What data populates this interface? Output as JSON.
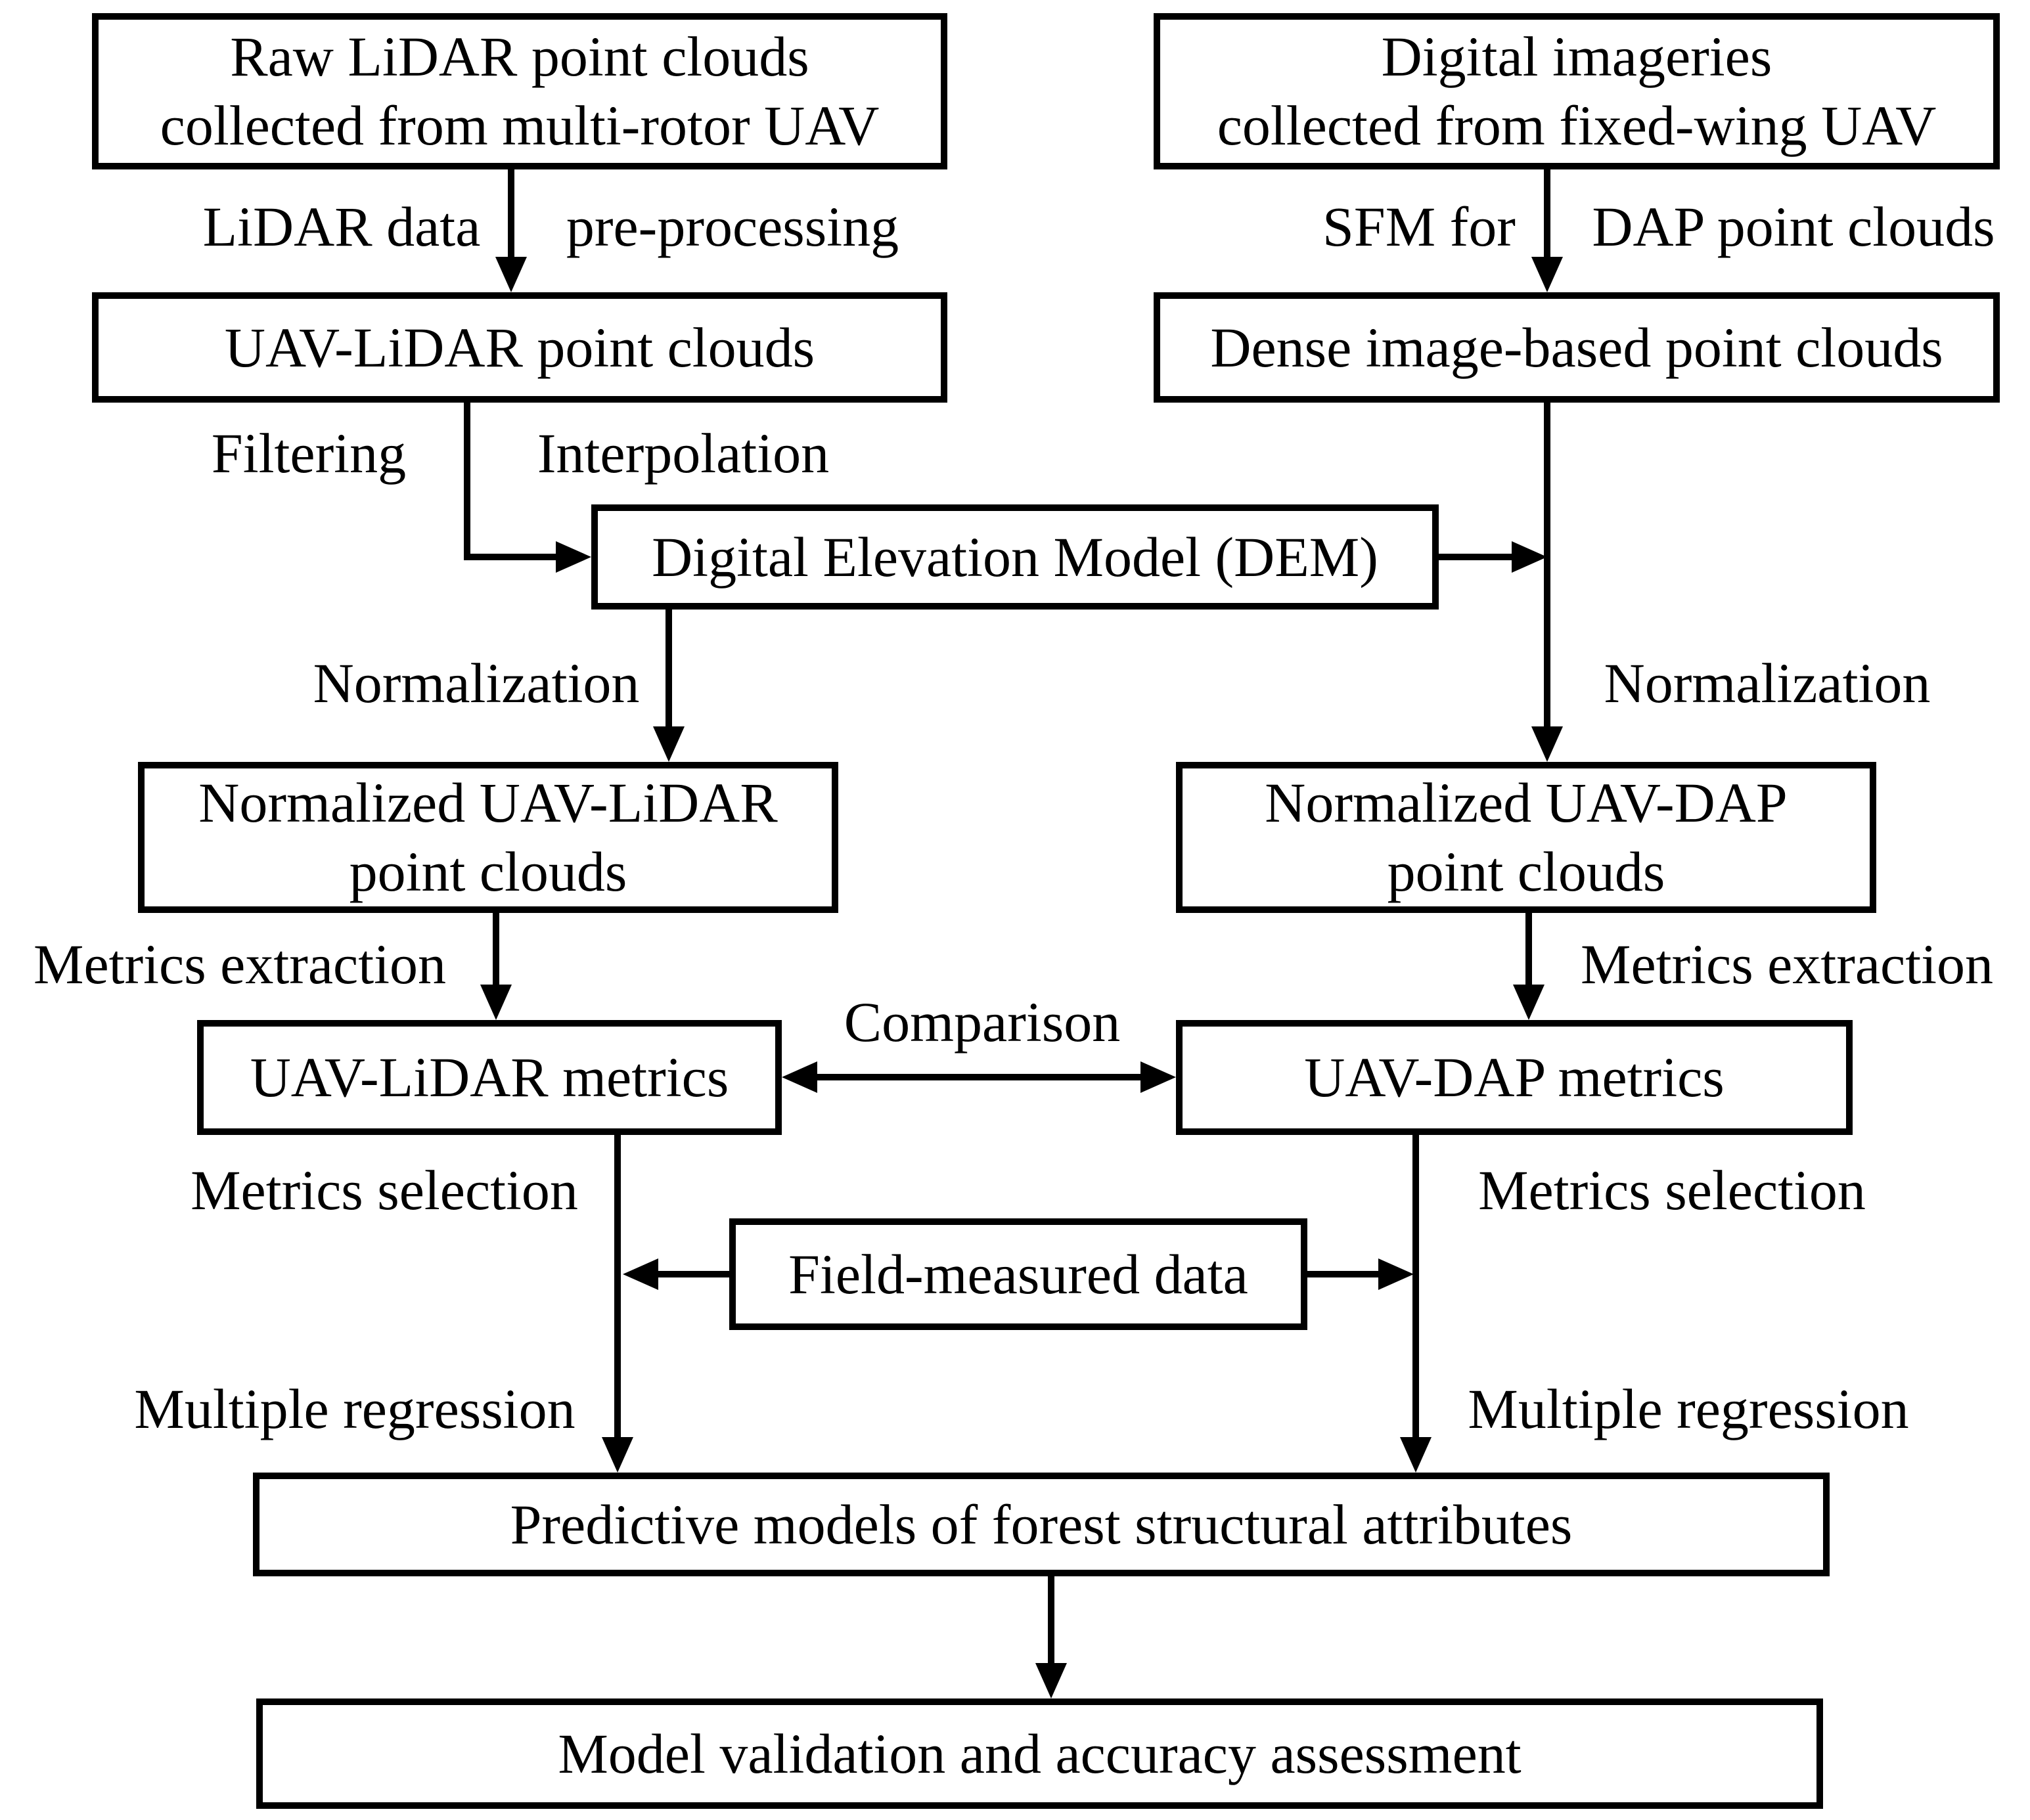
{
  "diagram_type": "flowchart",
  "colors": {
    "background": "#ffffff",
    "box_fill": "#ffffff",
    "box_border": "#000000",
    "line": "#000000",
    "text": "#000000"
  },
  "nodes": {
    "raw_lidar": {
      "line1": "Raw LiDAR point clouds",
      "line2": "collected from multi-rotor UAV"
    },
    "digital_imageries": {
      "line1": "Digital imageries",
      "line2": "collected from fixed-wing UAV"
    },
    "uav_lidar_point_clouds": {
      "label": "UAV-LiDAR point clouds"
    },
    "dense_image_point_clouds": {
      "label": "Dense image-based point clouds"
    },
    "dem": {
      "label": "Digital Elevation Model (DEM)"
    },
    "normalized_uav_lidar": {
      "line1": "Normalized UAV-LiDAR",
      "line2": "point clouds"
    },
    "normalized_uav_dap": {
      "line1": "Normalized UAV-DAP",
      "line2": "point clouds"
    },
    "uav_lidar_metrics": {
      "label": "UAV-LiDAR metrics"
    },
    "uav_dap_metrics": {
      "label": "UAV-DAP metrics"
    },
    "field_measured_data": {
      "label": "Field-measured data"
    },
    "predictive_models": {
      "label": "Predictive models of forest structural attributes"
    },
    "model_validation": {
      "label": "Model validation and accuracy assessment"
    }
  },
  "edge_labels": {
    "lidar_data": "LiDAR data",
    "pre_processing": "pre-processing",
    "sfm_for": "SFM for",
    "dap_point_clouds": "DAP point clouds",
    "filtering": "Filtering",
    "interpolation": "Interpolation",
    "normalization_left": "Normalization",
    "normalization_right": "Normalization",
    "metrics_extraction_left": "Metrics extraction",
    "metrics_extraction_right": "Metrics extraction",
    "comparison": "Comparison",
    "metrics_selection_left": "Metrics selection",
    "metrics_selection_right": "Metrics selection",
    "multiple_regression_left": "Multiple regression",
    "multiple_regression_right": "Multiple regression"
  }
}
